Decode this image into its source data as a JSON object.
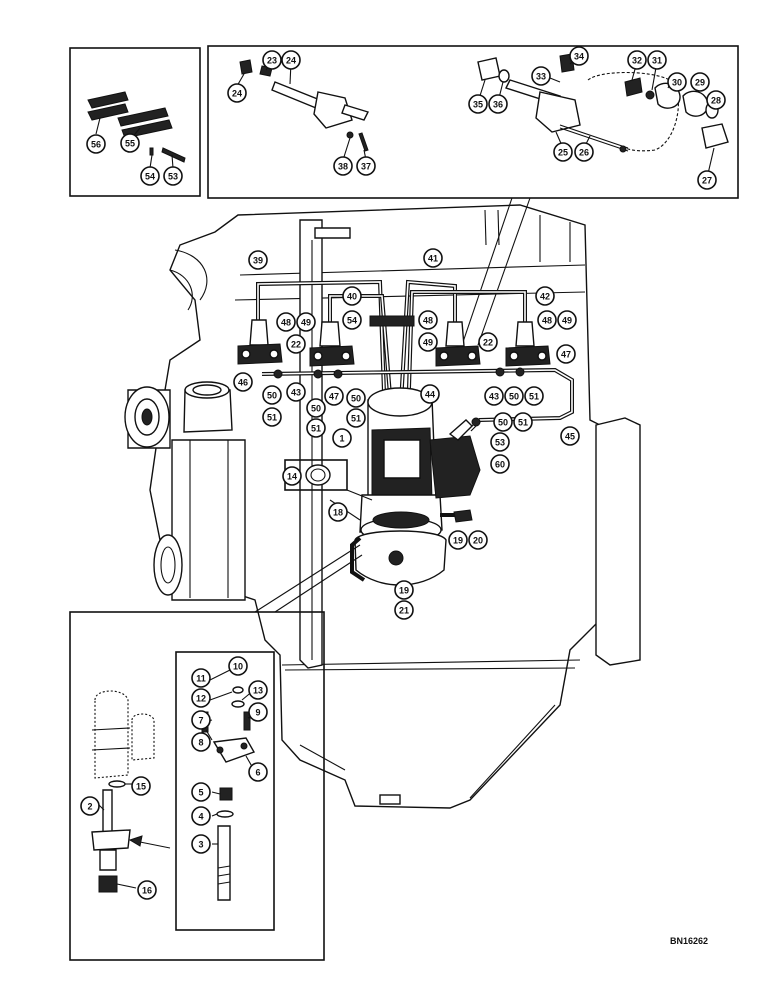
{
  "reference_code": "BN16262",
  "callouts": [
    {
      "id": "c56",
      "label": "56"
    },
    {
      "id": "c55",
      "label": "55"
    },
    {
      "id": "c54a",
      "label": "54"
    },
    {
      "id": "c53",
      "label": "53"
    },
    {
      "id": "c24a",
      "label": "24"
    },
    {
      "id": "c23",
      "label": "23"
    },
    {
      "id": "c24b",
      "label": "24"
    },
    {
      "id": "c38",
      "label": "38"
    },
    {
      "id": "c37",
      "label": "37"
    },
    {
      "id": "c34",
      "label": "34"
    },
    {
      "id": "c33",
      "label": "33"
    },
    {
      "id": "c35",
      "label": "35"
    },
    {
      "id": "c36",
      "label": "36"
    },
    {
      "id": "c32",
      "label": "32"
    },
    {
      "id": "c31",
      "label": "31"
    },
    {
      "id": "c30",
      "label": "30"
    },
    {
      "id": "c29",
      "label": "29"
    },
    {
      "id": "c28a",
      "label": "28"
    },
    {
      "id": "c25",
      "label": "25"
    },
    {
      "id": "c26",
      "label": "26"
    },
    {
      "id": "c27",
      "label": "27"
    },
    {
      "id": "c39",
      "label": "39"
    },
    {
      "id": "c41",
      "label": "41"
    },
    {
      "id": "c40",
      "label": "40"
    },
    {
      "id": "c42",
      "label": "42"
    },
    {
      "id": "c48a",
      "label": "48"
    },
    {
      "id": "c49a",
      "label": "49"
    },
    {
      "id": "c54b",
      "label": "54"
    },
    {
      "id": "c48b",
      "label": "48"
    },
    {
      "id": "c48c",
      "label": "48"
    },
    {
      "id": "c49b",
      "label": "49"
    },
    {
      "id": "c22a",
      "label": "22"
    },
    {
      "id": "c49c",
      "label": "49"
    },
    {
      "id": "c22b",
      "label": "22"
    },
    {
      "id": "c47a",
      "label": "47"
    },
    {
      "id": "c46",
      "label": "46"
    },
    {
      "id": "c43a",
      "label": "43"
    },
    {
      "id": "c50a",
      "label": "50"
    },
    {
      "id": "c47b",
      "label": "47"
    },
    {
      "id": "c44",
      "label": "44"
    },
    {
      "id": "c43b",
      "label": "43"
    },
    {
      "id": "c50b",
      "label": "50"
    },
    {
      "id": "c51a",
      "label": "51"
    },
    {
      "id": "c51b",
      "label": "51"
    },
    {
      "id": "c50c",
      "label": "50"
    },
    {
      "id": "c51c",
      "label": "51"
    },
    {
      "id": "c50d",
      "label": "50"
    },
    {
      "id": "c51d",
      "label": "51"
    },
    {
      "id": "c50e",
      "label": "50"
    },
    {
      "id": "c51e",
      "label": "51"
    },
    {
      "id": "c45",
      "label": "45"
    },
    {
      "id": "c1",
      "label": "1"
    },
    {
      "id": "c53b",
      "label": "53"
    },
    {
      "id": "c60",
      "label": "60"
    },
    {
      "id": "c14",
      "label": "14"
    },
    {
      "id": "c18",
      "label": "18"
    },
    {
      "id": "c19a",
      "label": "19"
    },
    {
      "id": "c20",
      "label": "20"
    },
    {
      "id": "c19b",
      "label": "19"
    },
    {
      "id": "c21",
      "label": "21"
    },
    {
      "id": "c11",
      "label": "11"
    },
    {
      "id": "c10",
      "label": "10"
    },
    {
      "id": "c12",
      "label": "12"
    },
    {
      "id": "c13",
      "label": "13"
    },
    {
      "id": "c7",
      "label": "7"
    },
    {
      "id": "c9",
      "label": "9"
    },
    {
      "id": "c8",
      "label": "8"
    },
    {
      "id": "c6",
      "label": "6"
    },
    {
      "id": "c5",
      "label": "5"
    },
    {
      "id": "c4",
      "label": "4"
    },
    {
      "id": "c3",
      "label": "3"
    },
    {
      "id": "c15",
      "label": "15"
    },
    {
      "id": "c2",
      "label": "2"
    },
    {
      "id": "c16",
      "label": "16"
    }
  ]
}
